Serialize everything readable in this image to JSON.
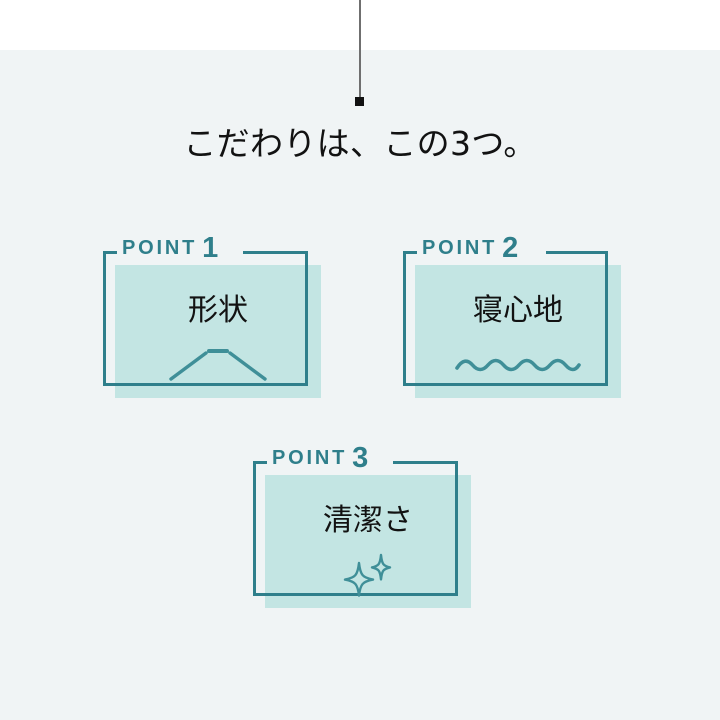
{
  "page": {
    "background_top": "#ffffff",
    "background_body": "#f0f4f5",
    "accent_teal": "#2f7f8b",
    "panel_fill": "#c3e5e3",
    "text_dark": "#121212",
    "connector_color": "#6f6f6f"
  },
  "connector": {
    "name": "vertical-connector-line",
    "dot_color": "#111111"
  },
  "heading": {
    "text": "こだわりは、この3つ。"
  },
  "points": [
    {
      "label_word": "POINT",
      "label_number": "1",
      "title": "形状",
      "icon": "mountain-outline-icon"
    },
    {
      "label_word": "POINT",
      "label_number": "2",
      "title": "寝心地",
      "icon": "wave-line-icon"
    },
    {
      "label_word": "POINT",
      "label_number": "3",
      "title": "清潔さ",
      "icon": "sparkle-stars-icon"
    }
  ]
}
